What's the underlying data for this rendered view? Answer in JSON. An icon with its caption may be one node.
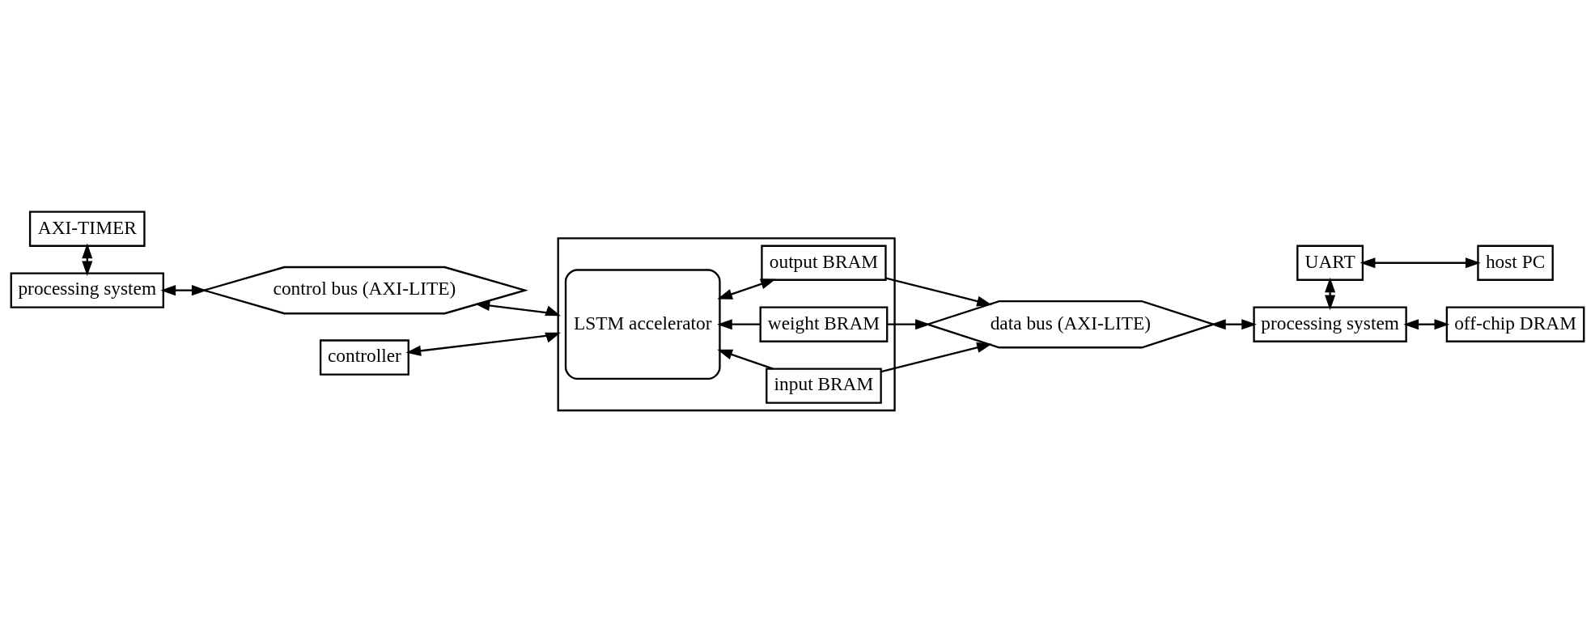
{
  "diagram": {
    "nodes": [
      {
        "text": [
          "AXI-TIMER"
        ]
      },
      {
        "text": [
          "controller"
        ]
      },
      {
        "text": [
          "UART"
        ]
      },
      {
        "text": [
          "host PC"
        ]
      },
      {
        "text": [
          "processing system"
        ]
      },
      {
        "text": [
          "control bus (AXI-LITE)"
        ]
      },
      {
        "text": [],
        "shape": "box"
      },
      {
        "text": [
          "LSTM accelerator"
        ],
        "in": 6
      },
      {
        "text": [
          "input BRAM"
        ],
        "in": 6
      },
      {
        "text": [
          "weight BRAM"
        ],
        "in": 6
      },
      {
        "text": [
          "output BRAM"
        ],
        "in": 6
      },
      {
        "text": [
          "data bus (AXI-LITE)"
        ]
      },
      {
        "text": [
          "processing system"
        ]
      },
      {
        "text": [
          "off-chip DRAM"
        ]
      }
    ],
    "edges": [
      {
        "from": 0,
        "to": 4,
        "arrow": "both"
      },
      {
        "from": 1,
        "to": 6,
        "arrow": "both"
      },
      {
        "from": 2,
        "to": 3,
        "arrow": "both"
      },
      {
        "from": 2,
        "to": 12,
        "arrow": "both"
      },
      {
        "from": 4,
        "to": 5,
        "arrow": "both"
      },
      {
        "from": 5,
        "to": 6,
        "arrow": "both"
      },
      {
        "from": 8,
        "to": 7,
        "arrow": "to"
      },
      {
        "from": 8,
        "to": 11,
        "arrow": "to"
      },
      {
        "from": 9,
        "to": 7,
        "arrow": "to"
      },
      {
        "from": 9,
        "to": 11,
        "arrow": "to"
      },
      {
        "from": 10,
        "to": 7,
        "arrow": "both"
      },
      {
        "from": 10,
        "to": 11,
        "arrow": "to"
      },
      {
        "from": 11,
        "to": 12,
        "arrow": "both"
      },
      {
        "from": 12,
        "to": 13,
        "arrow": "both"
      }
    ]
  }
}
